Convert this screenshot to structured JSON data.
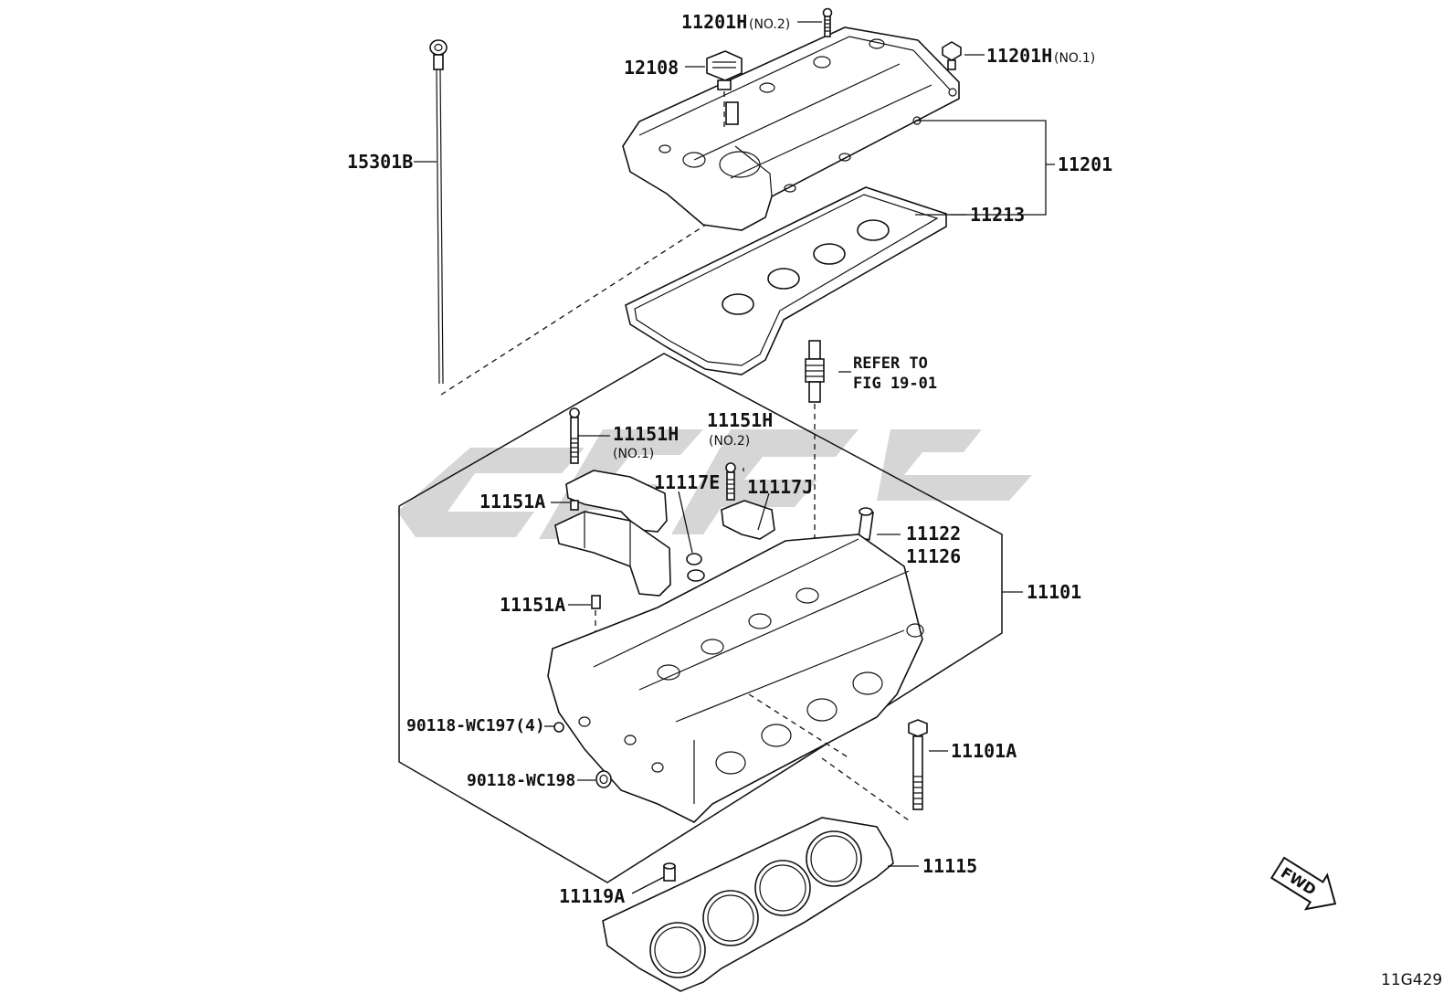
{
  "labels": {
    "p11201H_no2": "11201H",
    "p11201H_no2_sub": "(NO.2)",
    "p11201H_no1": "11201H",
    "p11201H_no1_sub": "(NO.1)",
    "p12108": "12108",
    "p15301B": "15301B",
    "p11201": "11201",
    "p11213": "11213",
    "refer_line1": "REFER TO",
    "refer_line2": "FIG 19-01",
    "p11151H_no1": "11151H",
    "p11151H_no1_sub": "(NO.1)",
    "p11151H_no2": "11151H",
    "p11151H_no2_sub": "(NO.2)",
    "p11117E": "11117E",
    "p11117J": "11117J",
    "p11151A_top": "11151A",
    "p11122": "11122",
    "p11126": "11126",
    "p11101": "11101",
    "p11151A_mid": "11151A",
    "p90118_WC197": "90118-WC197(4)",
    "p11101A": "11101A",
    "p90118_WC198": "90118-WC198",
    "p11115": "11115",
    "p11119A": "11119A",
    "fwd": "FWD",
    "figure_id": "11G429"
  }
}
